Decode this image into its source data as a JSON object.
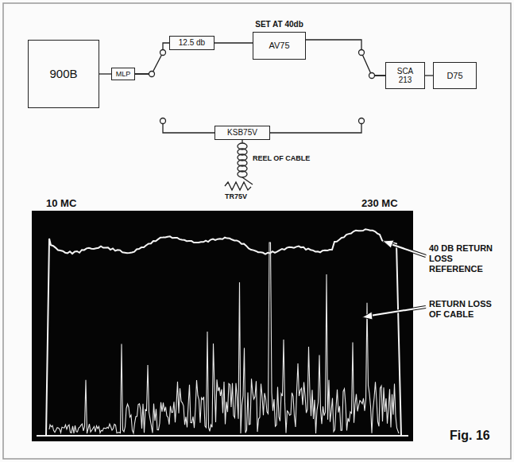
{
  "diagram": {
    "caption": "Fig. 16",
    "nodes": [
      {
        "text": [
          "900B"
        ]
      },
      {
        "text": [
          "MLP"
        ]
      },
      {
        "text": [
          "12.5 db"
        ]
      },
      {
        "text": [
          "SET AT 40db",
          "AV75"
        ]
      },
      {
        "text": [
          "SCA 213"
        ]
      },
      {
        "text": [
          "D75"
        ]
      },
      {
        "text": [
          "KSB75V"
        ]
      }
    ],
    "edges": [
      {
        "from": 0,
        "to": 1,
        "arrow": "none"
      },
      {
        "from": 1,
        "to": 2,
        "arrow": "none"
      },
      {
        "from": 1,
        "to": 6,
        "arrow": "none"
      },
      {
        "from": 2,
        "to": 3,
        "arrow": "none"
      },
      {
        "from": 3,
        "to": 4,
        "arrow": "none"
      },
      {
        "from": 6,
        "to": 4,
        "arrow": "none"
      },
      {
        "from": 4,
        "to": 5,
        "arrow": "none"
      }
    ],
    "labels": [
      "REEL OF CABLE",
      "TR75V",
      "10 MC",
      "230 MC",
      "40 DB RETURN LOSS REFERENCE",
      "RETURN LOSS OF CABLE"
    ]
  }
}
